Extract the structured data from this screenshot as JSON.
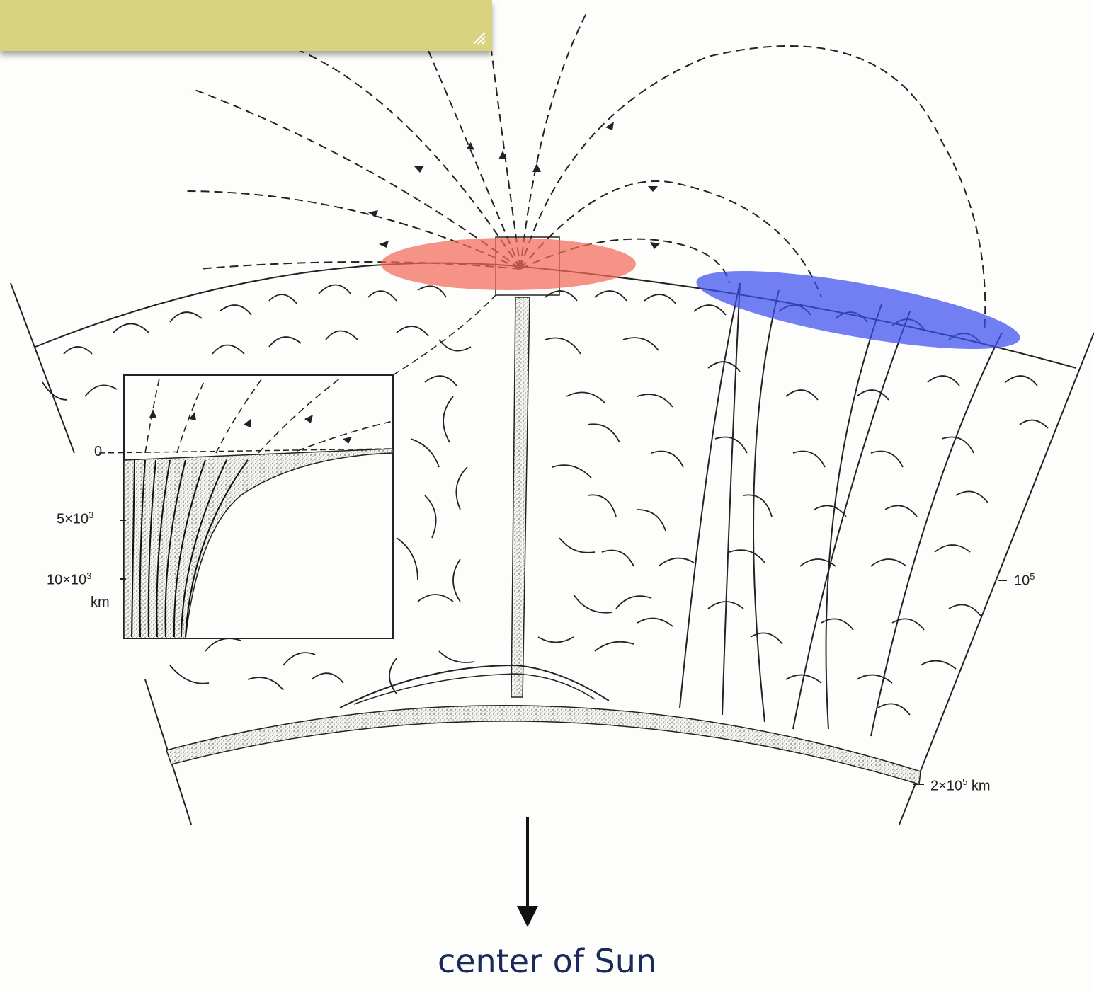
{
  "inset": {
    "tick_0": "0",
    "tick_5e3_base": "5×10",
    "tick_5e3_exp": "3",
    "tick_10e3_base": "10×10",
    "tick_10e3_exp": "3",
    "unit": "km"
  },
  "scale": {
    "tick_1e5_base": "10",
    "tick_1e5_exp": "5",
    "tick_2e5_base": "2×10",
    "tick_2e5_exp": "5",
    "tick_2e5_unit": " km"
  },
  "caption": "center of Sun",
  "colors": {
    "highlight_active_region": "#f26a5a",
    "highlight_plage": "#3a4ef0",
    "sticky_note": "#d9d27e",
    "caption_text": "#1a2a5a"
  },
  "icons": {
    "arrow": "arrow-down-icon",
    "grip": "resize-grip-icon"
  }
}
